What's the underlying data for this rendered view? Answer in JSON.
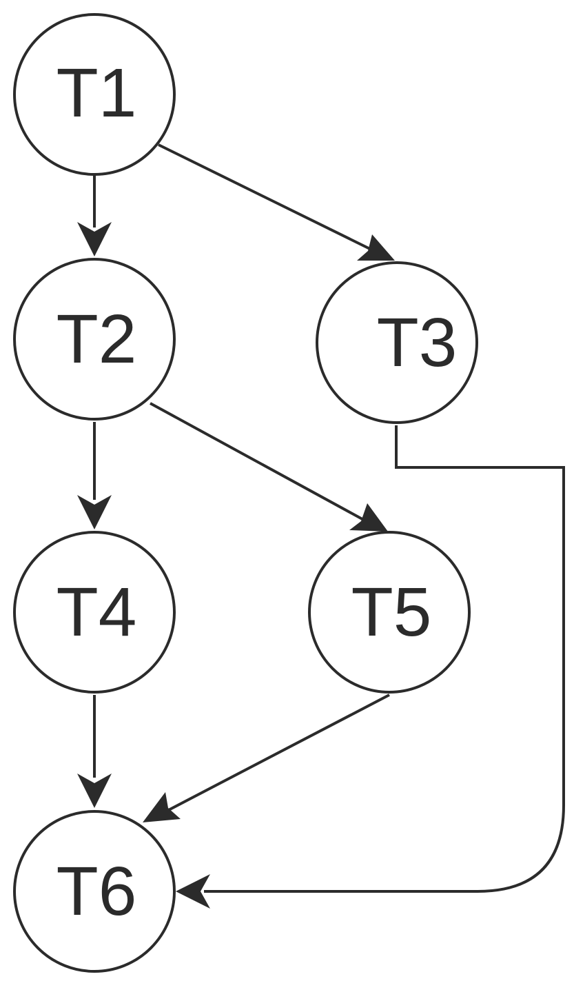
{
  "diagram": {
    "nodes": [
      {
        "id": "T1",
        "label": "T1"
      },
      {
        "id": "T2",
        "label": "T2"
      },
      {
        "id": "T3",
        "label": "T3"
      },
      {
        "id": "T4",
        "label": "T4"
      },
      {
        "id": "T5",
        "label": "T5"
      },
      {
        "id": "T6",
        "label": "T6"
      }
    ],
    "edges": [
      {
        "from": "T1",
        "to": "T2"
      },
      {
        "from": "T1",
        "to": "T3"
      },
      {
        "from": "T2",
        "to": "T4"
      },
      {
        "from": "T2",
        "to": "T5"
      },
      {
        "from": "T4",
        "to": "T6"
      },
      {
        "from": "T5",
        "to": "T6"
      },
      {
        "from": "T3",
        "to": "T6"
      }
    ],
    "colors": {
      "stroke": "#2b2b2b",
      "background": "#ffffff"
    }
  }
}
